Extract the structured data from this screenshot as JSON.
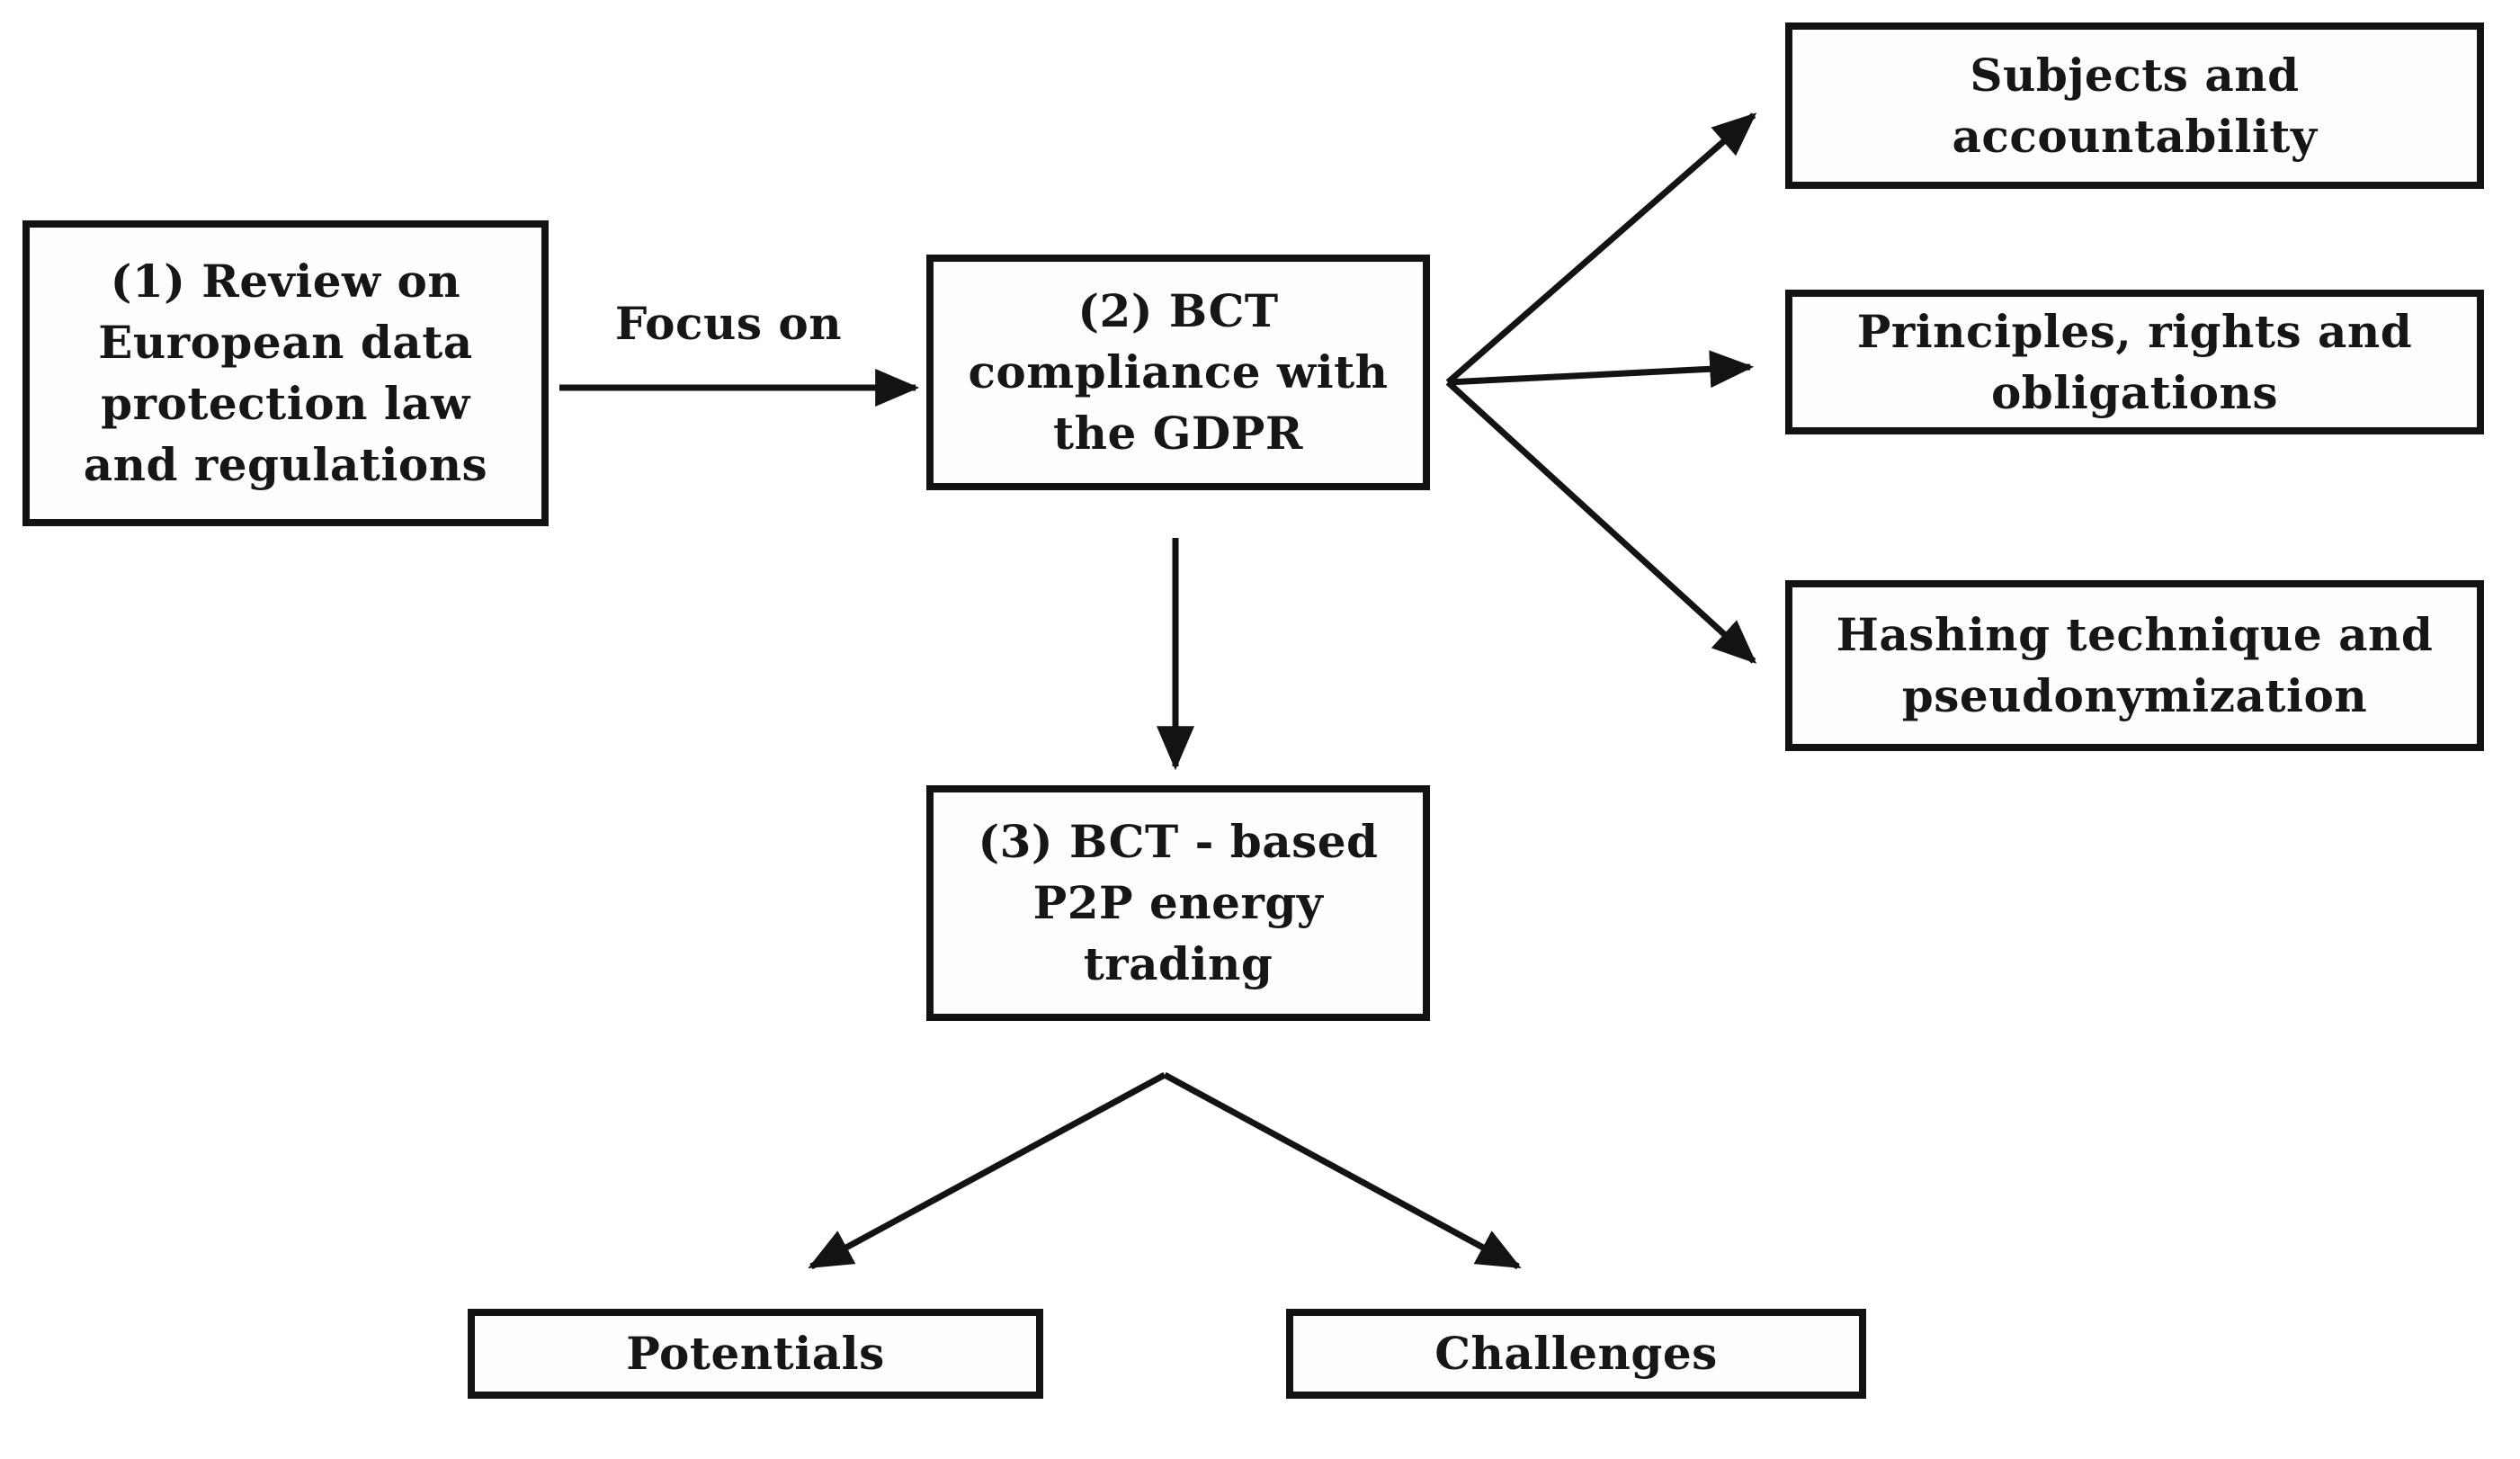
{
  "figure": {
    "background_color": "#ffffff",
    "line_color": "#131313",
    "nodes": {
      "review": {
        "label": "(1) Review on\nEuropean data\nprotection law\nand regulations"
      },
      "bct_gdpr": {
        "label": "(2) BCT\ncompliance with\nthe GDPR"
      },
      "subjects": {
        "label": "Subjects and\naccountability"
      },
      "principles": {
        "label": "Principles, rights and\nobligations"
      },
      "hashing": {
        "label": "Hashing technique and\npseudonymization"
      },
      "bct_p2p": {
        "label": "(3) BCT - based\nP2P energy\ntrading"
      },
      "potentials": {
        "label": "Potentials"
      },
      "challenges": {
        "label": "Challenges"
      }
    },
    "edges": [
      {
        "from": "review",
        "to": "bct_gdpr",
        "label": "Focus on"
      },
      {
        "from": "bct_gdpr",
        "to": "subjects"
      },
      {
        "from": "bct_gdpr",
        "to": "principles"
      },
      {
        "from": "bct_gdpr",
        "to": "hashing"
      },
      {
        "from": "bct_gdpr",
        "to": "bct_p2p"
      },
      {
        "from": "bct_p2p",
        "to": "potentials"
      },
      {
        "from": "bct_p2p",
        "to": "challenges"
      }
    ]
  }
}
